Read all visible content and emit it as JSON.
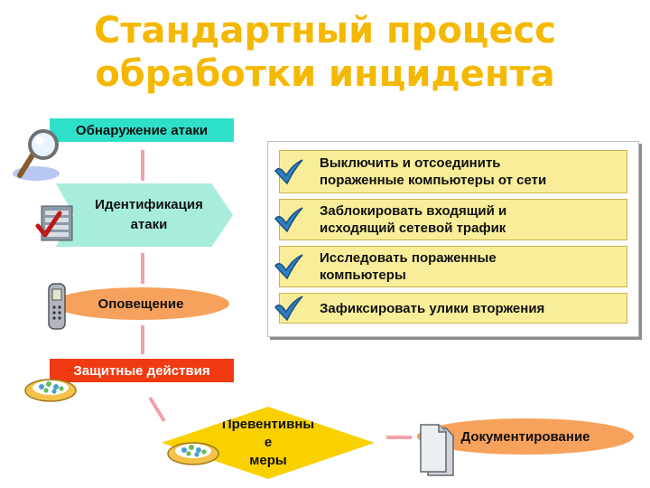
{
  "title": {
    "line1": "Стандартный процесс",
    "line2": "обработки инцидента"
  },
  "process": {
    "detect": "Обнаружение атаки",
    "identify_line1": "Идентификация",
    "identify_line2": "атаки",
    "notify": "Оповещение",
    "protect": "Защитные действия",
    "preventive_line1": "Превентивны",
    "preventive_line2": "е",
    "preventive_line3": "меры",
    "documenting": "Документирование"
  },
  "actions": {
    "items": [
      {
        "line1": "Выключить и отсоединить",
        "line2": "пораженные компьютеры от сети"
      },
      {
        "line1": "Заблокировать входящий и",
        "line2": "исходящий сетевой трафик"
      },
      {
        "line1": "Исследовать пораженные",
        "line2": "компьютеры"
      },
      {
        "line1": "Зафиксировать улики вторжения",
        "line2": ""
      }
    ]
  },
  "colors": {
    "title": "#f5b800",
    "detect": "#2fe0c8",
    "identify": "#a8ecdc",
    "notify": "#f7a25c",
    "protect": "#ef3a12",
    "preventive": "#f9d000",
    "documenting": "#f7a25c",
    "step_fill": "#f9ed99",
    "connector": "#f4a0a8"
  },
  "icons": [
    "magnifier-icon",
    "checklist-icon",
    "mobile-phone-icon",
    "tools-plate-icon",
    "document-icon",
    "checkmark-icon"
  ]
}
